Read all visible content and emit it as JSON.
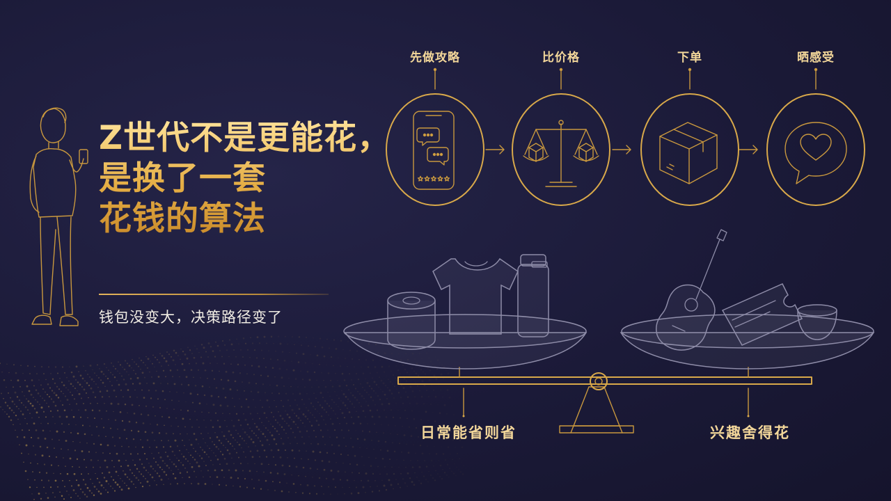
{
  "title": {
    "lines": [
      "Z世代不是更能花，",
      "是换了一套",
      "花钱的算法"
    ]
  },
  "subtitle": "钱包没变大，决策路径变了",
  "steps": [
    {
      "label": "先做攻略",
      "icon": "phone-chat-icon"
    },
    {
      "label": "比价格",
      "icon": "balance-scale-icon"
    },
    {
      "label": "下单",
      "icon": "package-box-icon"
    },
    {
      "label": "晒感受",
      "icon": "heart-speech-bubble-icon"
    }
  ],
  "scale": {
    "left_label": "日常能省则省",
    "right_label": "兴趣舍得花",
    "left_items": [
      "toilet-paper-roll-icon",
      "tshirt-icon",
      "thermos-bottle-icon"
    ],
    "right_items": [
      "guitar-icon",
      "ticket-icon",
      "tea-cup-icon"
    ]
  },
  "colors": {
    "background": "#1b1a38",
    "accent_gold": "#d9a94a",
    "title_gold": "#f2c65e",
    "text_light": "#f1ede4"
  }
}
